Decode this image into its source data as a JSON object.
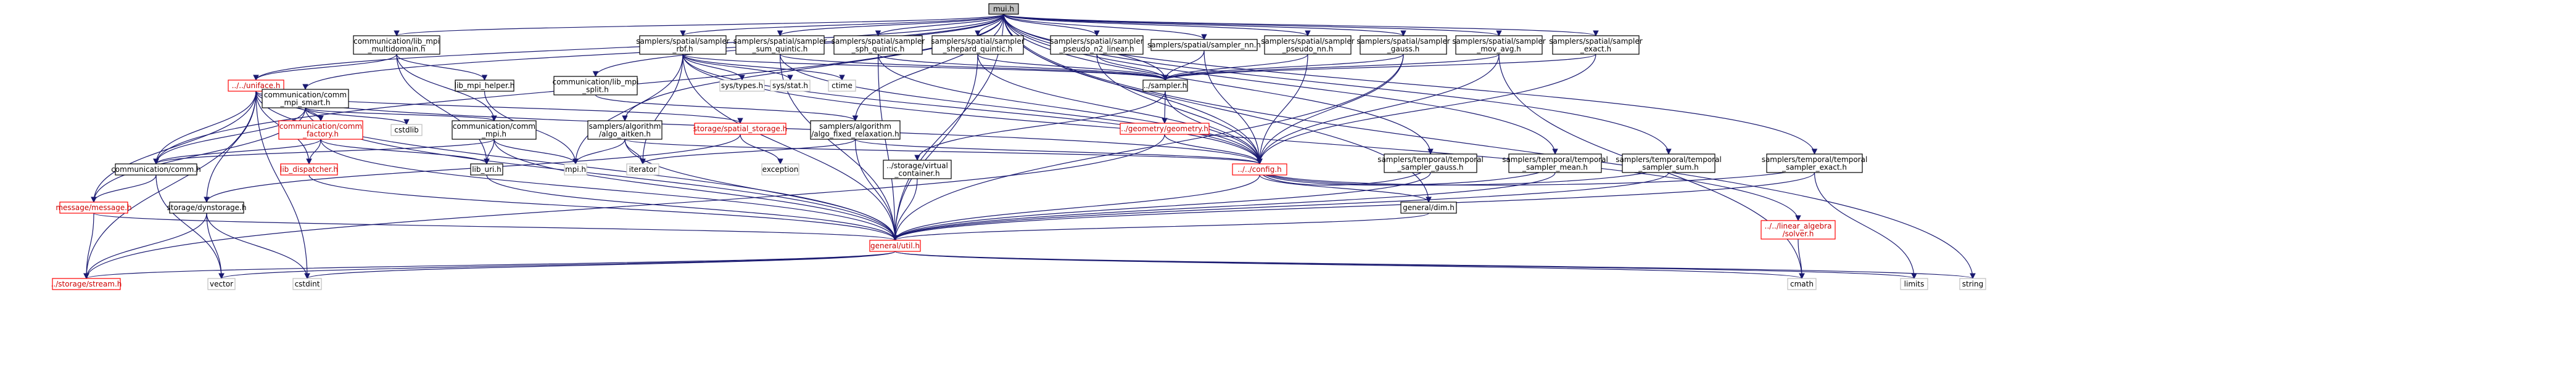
{
  "nodes": {
    "mui_h": "mui.h",
    "lib_mpi_multidomain_h": "communication/lib_mpi\n_multidomain.h",
    "sampler_rbf_h": "samplers/spatial/sampler\n_rbf.h",
    "sampler_sum_quintic_h": "samplers/spatial/sampler\n_sum_quintic.h",
    "sampler_sph_quintic_h": "samplers/spatial/sampler\n_sph_quintic.h",
    "sampler_shepard_quintic_h": "samplers/spatial/sampler\n_shepard_quintic.h",
    "sampler_pseudo_n2_linear_h": "samplers/spatial/sampler\n_pseudo_n2_linear.h",
    "sampler_nn_h": "samplers/spatial/sampler_nn.h",
    "sampler_pseudo_nn_h": "samplers/spatial/sampler\n_pseudo_nn.h",
    "sampler_gauss_h": "samplers/spatial/sampler\n_gauss.h",
    "sampler_mov_avg_h": "samplers/spatial/sampler\n_mov_avg.h",
    "sampler_exact_h": "samplers/spatial/sampler\n_exact.h",
    "uniface_h": "../../uniface.h",
    "comm_mpi_smart_h": "communication/comm\n_mpi_smart.h",
    "lib_mpi_helper_h": "lib_mpi_helper.h",
    "lib_mpi_split_h": "communication/lib_mpi\n_split.h",
    "sys_types_h": "sys/types.h",
    "sys_stat_h": "sys/stat.h",
    "ctime": "ctime",
    "sampler_h": "../sampler.h",
    "comm_factory_h": "communication/comm\n_factory.h",
    "cstdlib": "cstdlib",
    "comm_mpi_h": "communication/comm\n_mpi.h",
    "storage_spatial_storage_h": "storage/spatial_storage.h",
    "algo_aitken_h": "samplers/algorithm\n/algo_aitken.h",
    "algo_fixed_relaxation_h": "samplers/algorithm\n/algo_fixed_relaxation.h",
    "geometry_h": "../geometry/geometry.h",
    "temporal_sampler_gauss_h": "samplers/temporal/temporal\n_sampler_gauss.h",
    "temporal_sampler_mean_h": "samplers/temporal/temporal\n_sampler_mean.h",
    "temporal_sampler_sum_h": "samplers/temporal/temporal\n_sampler_sum.h",
    "temporal_sampler_exact_h": "samplers/temporal/temporal\n_sampler_exact.h",
    "comm_h": "communication/comm.h",
    "lib_dispatcher_h": "lib_dispatcher.h",
    "lib_uri_h": "lib_uri.h",
    "mpi_h": "mpi.h",
    "iterator": "iterator",
    "exception": "exception",
    "virtual_container_h": "../storage/virtual\n_container.h",
    "config_h": "../../config.h",
    "message_h": "message/message.h",
    "dynstorage_h": "storage/dynstorage.h",
    "dim_h": "general/dim.h",
    "solver_h": "../../linear_algebra\n/solver.h",
    "util_h": "general/util.h",
    "stream_h": "../storage/stream.h",
    "vector": "vector",
    "cstdint": "cstdint",
    "cmath": "cmath",
    "limits": "limits",
    "string": "string"
  },
  "colors": {
    "edge": "#191970",
    "root_fill": "#bfbfbf",
    "documented_border": "#000000",
    "undocumented_border": "#ff0000",
    "system_border": "#bfbfbf",
    "label_red": "#cc0000"
  }
}
